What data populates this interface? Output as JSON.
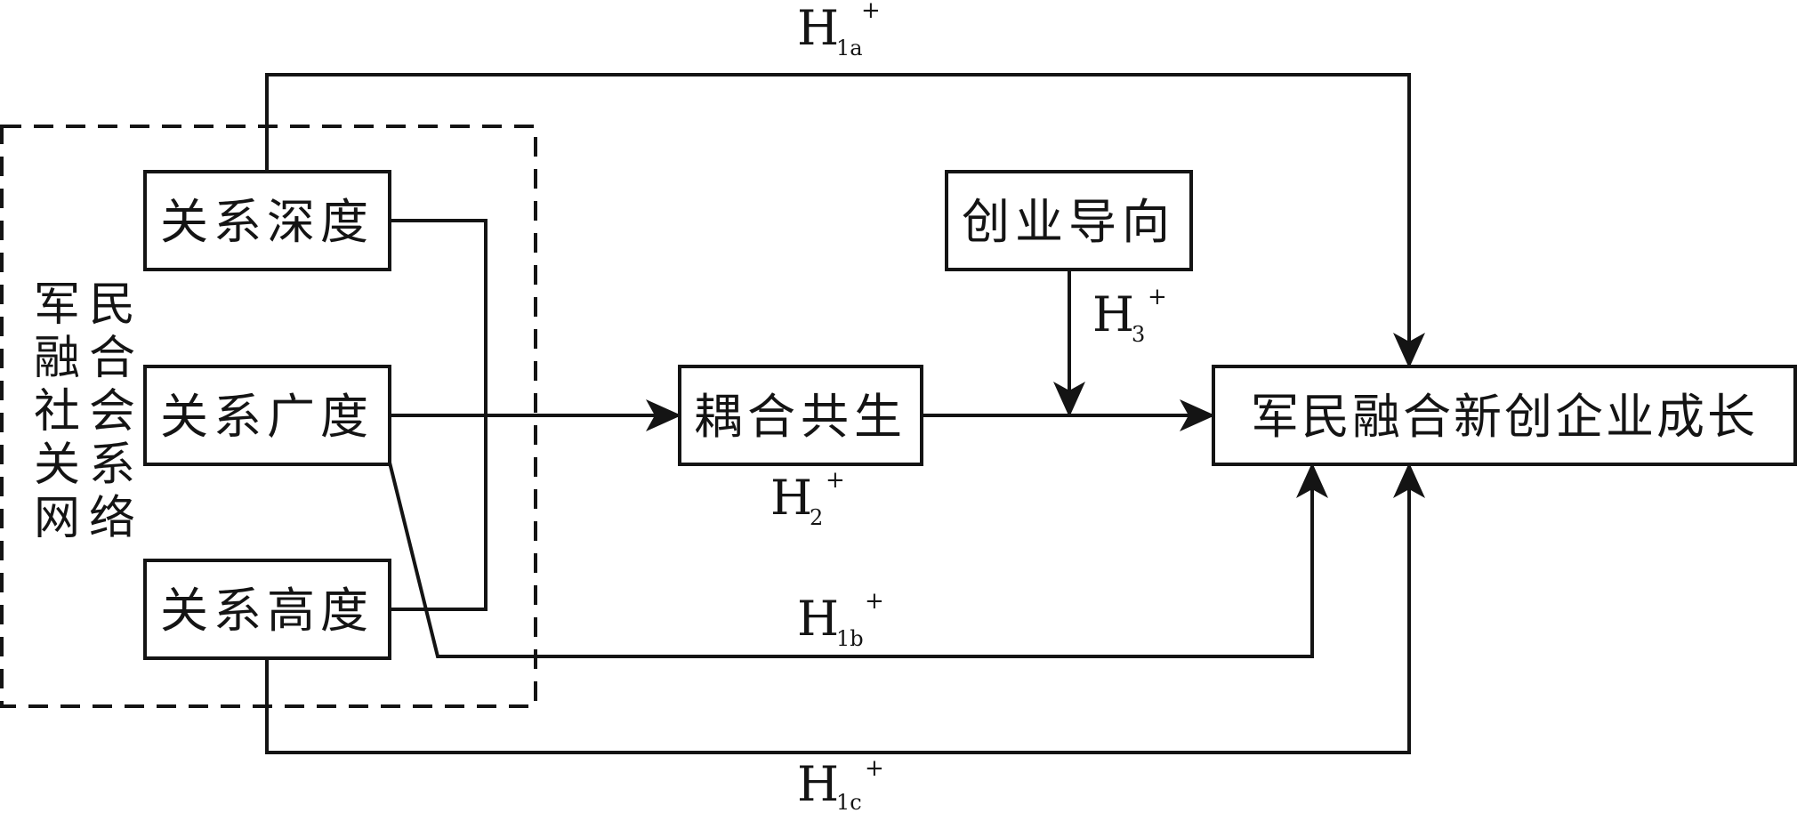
{
  "diagram": {
    "group_label": [
      "军",
      "民",
      "融",
      "合",
      "社",
      "会",
      "关",
      "系",
      "网",
      "络"
    ],
    "nodes": {
      "depth": "关系深度",
      "breadth": "关系广度",
      "height": "关系高度",
      "symbiosis": "耦合共生",
      "orientation": "创业导向",
      "growth": "军民融合新创企业成长"
    },
    "hypotheses": {
      "h1a": {
        "main": "H",
        "sub": "1a",
        "sign": "+"
      },
      "h1b": {
        "main": "H",
        "sub": "1b",
        "sign": "+"
      },
      "h1c": {
        "main": "H",
        "sub": "1c",
        "sign": "+"
      },
      "h2": {
        "main": "H",
        "sub": "2",
        "sign": "+"
      },
      "h3": {
        "main": "H",
        "sub": "3",
        "sign": "+"
      }
    },
    "colors": {
      "line": "#141414",
      "background": "#ffffff"
    }
  }
}
